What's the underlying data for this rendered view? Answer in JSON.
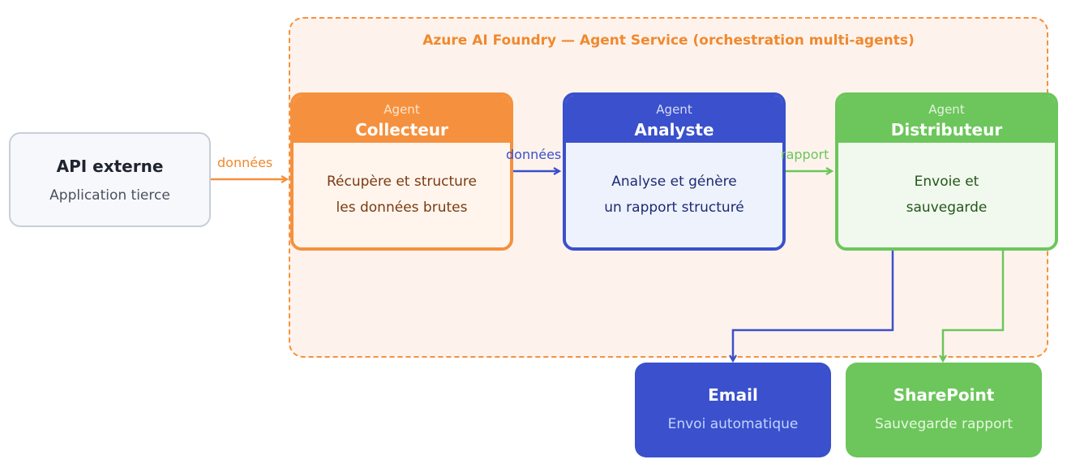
{
  "orchestration": {
    "title": "Azure AI Foundry — Agent Service (orchestration multi-agents)"
  },
  "external_api": {
    "title": "API externe",
    "subtitle": "Application tierce"
  },
  "agents": [
    {
      "kicker": "Agent",
      "name": "Collecteur",
      "line1": "Récupère et structure",
      "line2": "les données brutes"
    },
    {
      "kicker": "Agent",
      "name": "Analyste",
      "line1": "Analyse et génère",
      "line2": "un rapport structuré"
    },
    {
      "kicker": "Agent",
      "name": "Distributeur",
      "line1": "Envoie et",
      "line2": "sauvegarde"
    }
  ],
  "destinations": [
    {
      "title": "Email",
      "subtitle": "Envoi automatique"
    },
    {
      "title": "SharePoint",
      "subtitle": "Sauvegarde rapport"
    }
  ],
  "edges": [
    {
      "label": "données",
      "from": "API externe",
      "to": "Collecteur",
      "color": "#f5913e"
    },
    {
      "label": "données",
      "from": "Collecteur",
      "to": "Analyste",
      "color": "#3a50cc"
    },
    {
      "label": "rapport",
      "from": "Analyste",
      "to": "Distributeur",
      "color": "#6cc65b"
    },
    {
      "label": "",
      "from": "Distributeur",
      "to": "Email",
      "color": "#3a50cc"
    },
    {
      "label": "",
      "from": "Distributeur",
      "to": "SharePoint",
      "color": "#6cc65b"
    }
  ],
  "colors": {
    "orange": "#f5913e",
    "blue": "#3a50cc",
    "green": "#6cc65b",
    "container_fill": "#fef3ec"
  }
}
